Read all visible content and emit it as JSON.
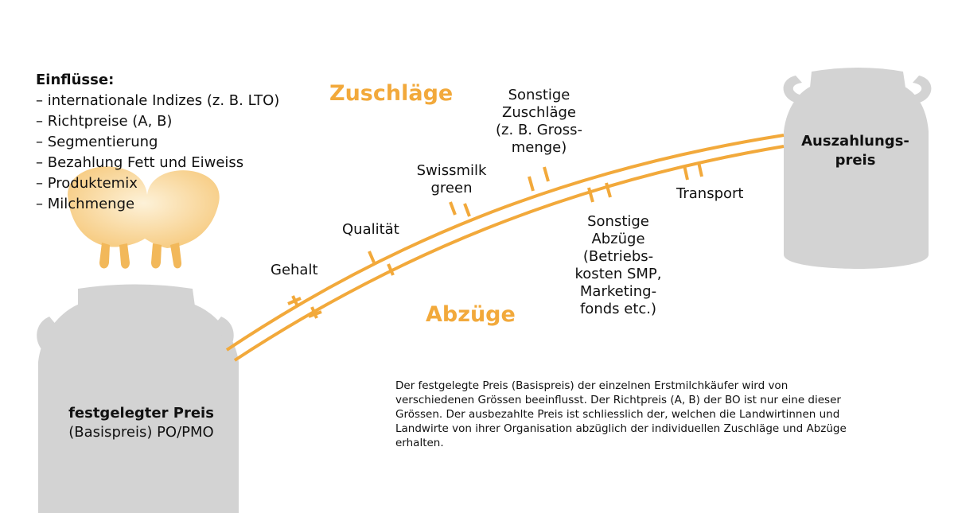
{
  "influences": {
    "heading": "Einflüsse:",
    "items": [
      "internationale Indizes (z. B. LTO)",
      "Richtpreise (A, B)",
      "Segmentierung",
      "Bezahlung Fett und Eiweiss",
      "Produktemix",
      "Milchmenge"
    ]
  },
  "labels": {
    "zuschlaege": "Zuschläge",
    "abzuege": "Abzüge",
    "gehalt": "Gehalt",
    "qualitaet": "Qualität",
    "swissmilk_1": "Swissmilk",
    "swissmilk_2": "green",
    "sonstige_zuschlaege_1": "Sonstige",
    "sonstige_zuschlaege_2": "Zuschläge",
    "sonstige_zuschlaege_3": "(z. B. Gross-",
    "sonstige_zuschlaege_4": "menge)",
    "sonstige_abzuege_1": "Sonstige",
    "sonstige_abzuege_2": "Abzüge",
    "sonstige_abzuege_3": "(Betriebs-",
    "sonstige_abzuege_4": "kosten SMP,",
    "sonstige_abzuege_5": "Marketing-",
    "sonstige_abzuege_6": "fonds etc.)",
    "transport": "Transport"
  },
  "cans": {
    "left_line1": "festgelegter Preis",
    "left_line2": "(Basispreis) PO/PMO",
    "right_line1": "Auszahlungs-",
    "right_line2": "preis"
  },
  "description": "Der festgelegte Preis (Basispreis) der einzelnen Erstmilchkäufer wird von verschiedenen Grössen beeinflusst. Der Richtpreis (A, B) der BO ist nur eine dieser Grössen. Der ausbezahlte Preis ist schliesslich der, welchen die Landwirtinnen und Landwirte von ihrer Organisation abzüglich der individuellen Zuschläge und Abzüge erhalten.",
  "colors": {
    "orange": "#f2a93b",
    "can_grey": "#d3d3d3",
    "udder": "#fbe3b4"
  }
}
